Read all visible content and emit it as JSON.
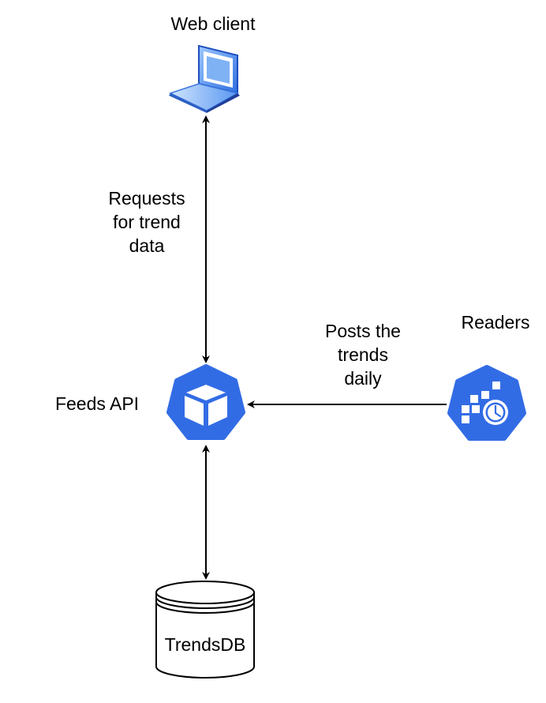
{
  "nodes": {
    "web_client": {
      "label": "Web client",
      "icon": "laptop-icon"
    },
    "feeds_api": {
      "label": "Feeds API",
      "icon": "kubernetes-pod-icon"
    },
    "readers": {
      "label": "Readers",
      "icon": "kubernetes-cronjob-icon"
    },
    "trends_db": {
      "label": "TrendsDB",
      "icon": "database-cylinder-icon"
    }
  },
  "edges": {
    "client_api": {
      "label_lines": [
        "Requests",
        "for trend",
        "data"
      ],
      "direction": "bidirectional"
    },
    "readers_api": {
      "label_lines": [
        "Posts the",
        "trends",
        "daily"
      ],
      "direction": "readers-to-api"
    },
    "api_db": {
      "direction": "bidirectional"
    }
  },
  "colors": {
    "k8s_blue": "#326CE5",
    "laptop_blue": "#4A8FE8",
    "arrow": "#000000"
  }
}
